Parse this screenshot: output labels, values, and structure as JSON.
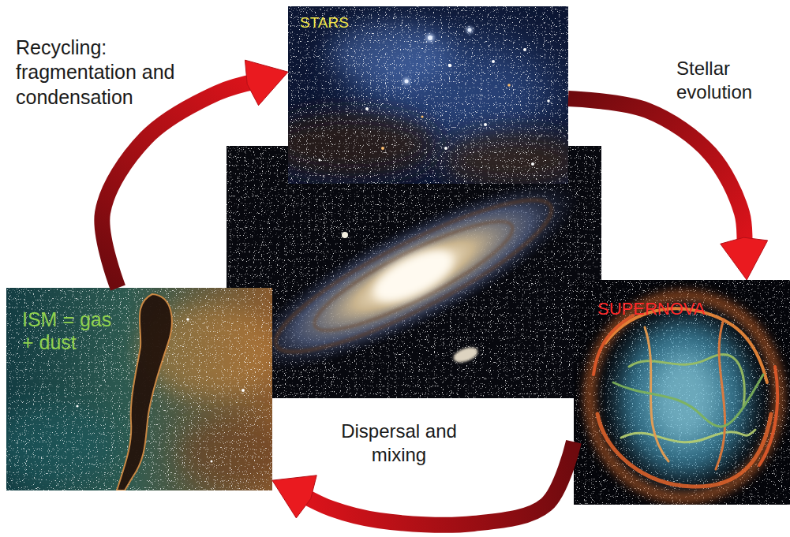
{
  "diagram": {
    "nodes": [
      {
        "text": [
          "STARS"
        ]
      },
      {
        "text": [
          "SUPERNOVA"
        ]
      },
      {
        "text": [
          "ISM = gas + dust"
        ]
      }
    ],
    "edges": [
      {
        "from": 0,
        "to": 1,
        "arrow": "to",
        "label": "Stellar evolution"
      },
      {
        "from": 1,
        "to": 2,
        "arrow": "to",
        "label": "Dispersal and mixing"
      },
      {
        "from": 2,
        "to": 0,
        "arrow": "to",
        "label": "Recycling: fragmentation and condensation"
      }
    ]
  }
}
